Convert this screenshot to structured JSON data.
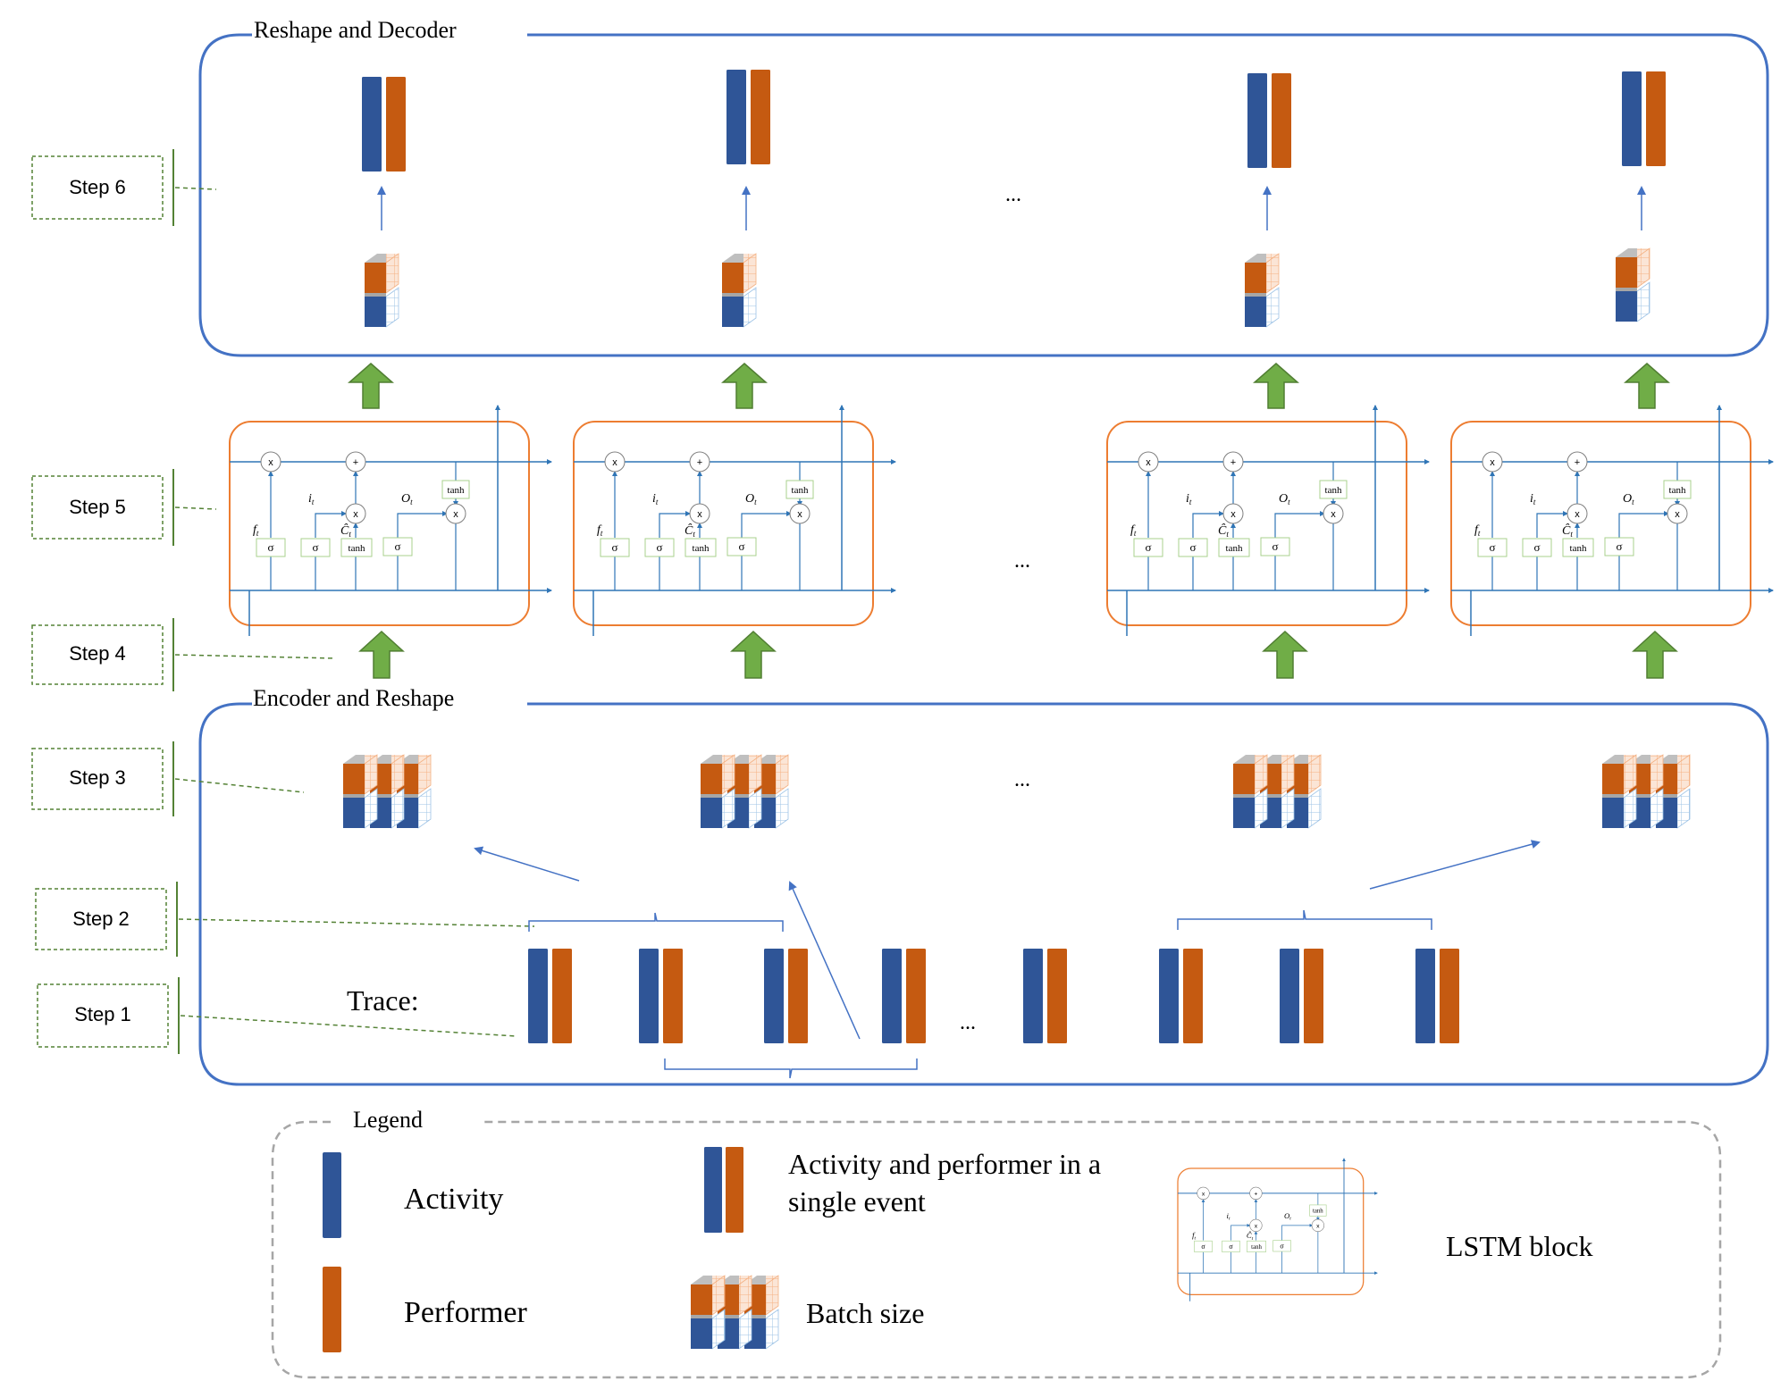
{
  "colors": {
    "activity": "#2f5597",
    "performer": "#c55a11",
    "frame": "#4472c4",
    "step_box": "#548235",
    "lstm_frame": "#ed7d31",
    "up_arrow": "#70ad47",
    "legend_frame": "#a6a6a6",
    "gate_box": "#a9d18e"
  },
  "sections": {
    "decoder_title": "Reshape and Decoder",
    "encoder_title": "Encoder and Reshape",
    "trace_label": "Trace:",
    "ellipsis": "..."
  },
  "steps": [
    "Step 6",
    "Step 5",
    "Step 4",
    "Step 3",
    "Step 2",
    "Step 1"
  ],
  "lstm_labels": {
    "mult": "x",
    "plus": "+",
    "sigma": "σ",
    "tanh": "tanh",
    "ft": "f",
    "ft_sub": "t",
    "it": "i",
    "it_sub": "t",
    "ot": "O",
    "ot_sub": "t",
    "ct": "Ĉ",
    "ct_sub": "t"
  },
  "legend": {
    "title": "Legend",
    "activity": "Activity",
    "performer": "Performer",
    "event_line1": "Activity and performer in a",
    "event_line2": "single event",
    "batch": "Batch size",
    "lstm": "LSTM block"
  }
}
